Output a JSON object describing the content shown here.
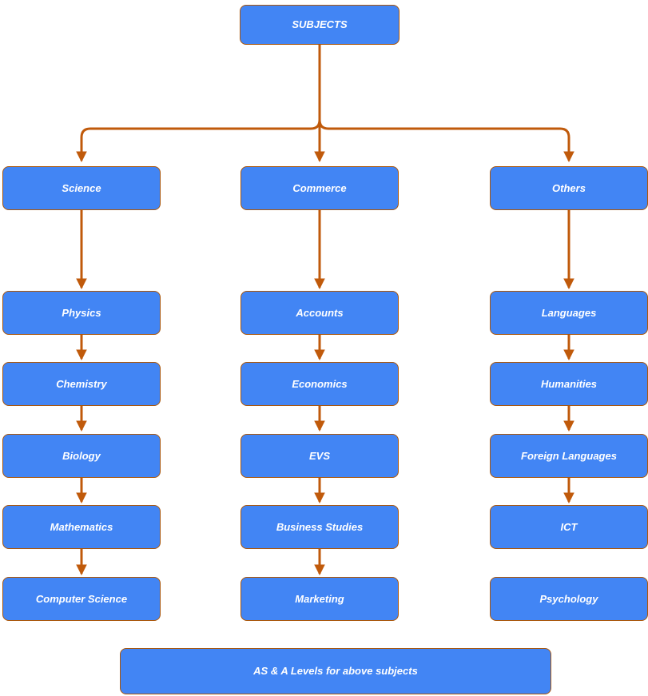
{
  "diagram": {
    "title": "SUBJECTS",
    "columns": [
      {
        "header": "Science",
        "items": [
          "Physics",
          "Chemistry",
          "Biology",
          "Mathematics",
          "Computer Science"
        ]
      },
      {
        "header": "Commerce",
        "items": [
          "Accounts",
          "Economics",
          "EVS",
          "Business Studies",
          "Marketing"
        ]
      },
      {
        "header": "Others",
        "items": [
          "Languages",
          "Humanities",
          "Foreign Languages",
          "ICT",
          "Psychology"
        ]
      }
    ],
    "footer": "AS & A Levels for above subjects",
    "colors": {
      "node_fill": "#4285F4",
      "node_border": "#A9560B",
      "arrow": "#C05A0B",
      "node_text": "#FFFFFF",
      "background": "#FFFFFF"
    }
  }
}
